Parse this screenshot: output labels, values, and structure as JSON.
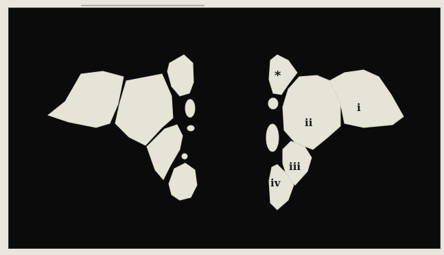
{
  "figure": {
    "labels": {
      "star": "*",
      "i": "i",
      "ii": "ii",
      "iii": "iii",
      "iv": "iv"
    }
  },
  "colors": {
    "background": "#0b0b0b",
    "bone": "#e6e4d6",
    "paper": "#e9e6dd"
  }
}
